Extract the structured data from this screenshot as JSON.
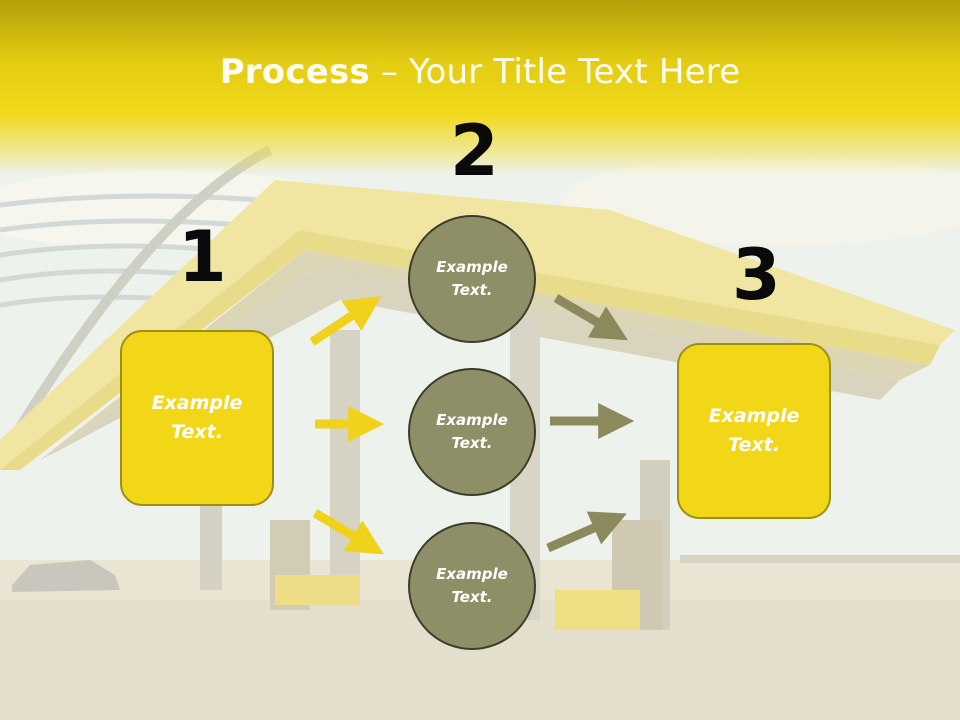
{
  "slide": {
    "title_bold": "Process",
    "title_rest": " – Your Title Text Here"
  },
  "steps": {
    "n1": "1",
    "n2": "2",
    "n3": "3"
  },
  "boxes": {
    "left": "Example Text.",
    "right": "Example Text."
  },
  "circles": {
    "top": "Example Text.",
    "middle": "Example Text.",
    "bottom": "Example Text."
  },
  "colors": {
    "accent_yellow": "#f2d718",
    "circle_olive": "#8e8f66",
    "arrow_yellow": "#f0d21c",
    "arrow_olive": "#8c8a5c"
  }
}
